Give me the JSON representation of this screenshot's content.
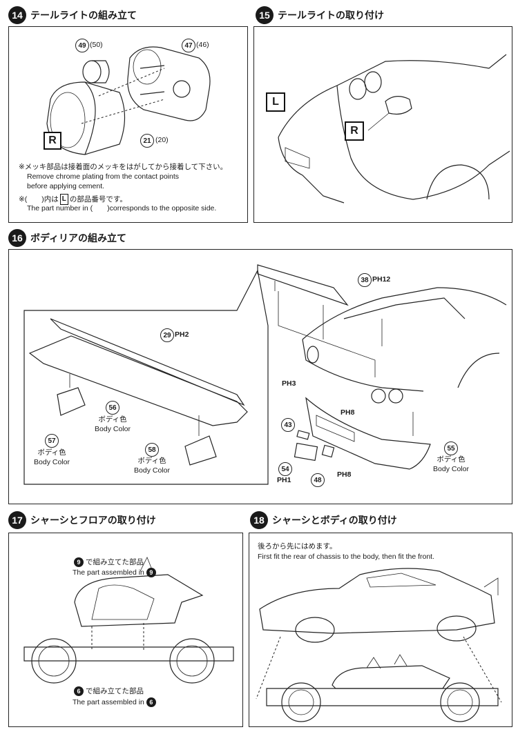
{
  "step14": {
    "number": "14",
    "title": "テールライトの組み立て",
    "tag": "R",
    "parts": {
      "a": "49",
      "a_alt": "(50)",
      "b": "47",
      "b_alt": "(46)",
      "c": "21",
      "c_alt": "(20)"
    },
    "note1_jp": "※メッキ部品は接着面のメッキをはがしてから接着して下さい。",
    "note1_en_1": "Remove chrome plating from the contact points",
    "note1_en_2": "before applying cement.",
    "note2_jp_a": "※(　　)内は",
    "note2_jp_tag": "L",
    "note2_jp_b": "の部品番号です。",
    "note2_en": "The part number in (　　)corresponds to the opposite side."
  },
  "step15": {
    "number": "15",
    "title": "テールライトの取り付け",
    "tag_l": "L",
    "tag_r": "R"
  },
  "step16": {
    "number": "16",
    "title": "ボディリアの組み立て",
    "parts": {
      "p29": "29",
      "p29_ref": "PH2",
      "p56": "56",
      "p56_jp": "ボディ色",
      "p56_en": "Body Color",
      "p57": "57",
      "p57_jp": "ボディ色",
      "p57_en": "Body Color",
      "p58": "58",
      "p58_jp": "ボディ色",
      "p58_en": "Body Color",
      "p38": "38",
      "p38_ref": "PH12",
      "ph3": "PH3",
      "ph8a": "PH8",
      "p43": "43",
      "p54": "54",
      "p54_ref": "PH1",
      "p48": "48",
      "ph8b": "PH8",
      "p55": "55",
      "p55_jp": "ボディ色",
      "p55_en": "Body Color"
    }
  },
  "step17": {
    "number": "17",
    "title": "シャーシとフロアの取り付け",
    "n9": "9",
    "n9_jp": "で組み立てた部品",
    "n9_en": "The part assembled in",
    "n6": "6",
    "n6_jp": "で組み立てた部品",
    "n6_en": "The part assembled in"
  },
  "step18": {
    "number": "18",
    "title": "シャーシとボディの取り付け",
    "note_jp": "後ろから先にはめます。",
    "note_en": "First fit the rear of chassis to the body, then fit the front."
  }
}
